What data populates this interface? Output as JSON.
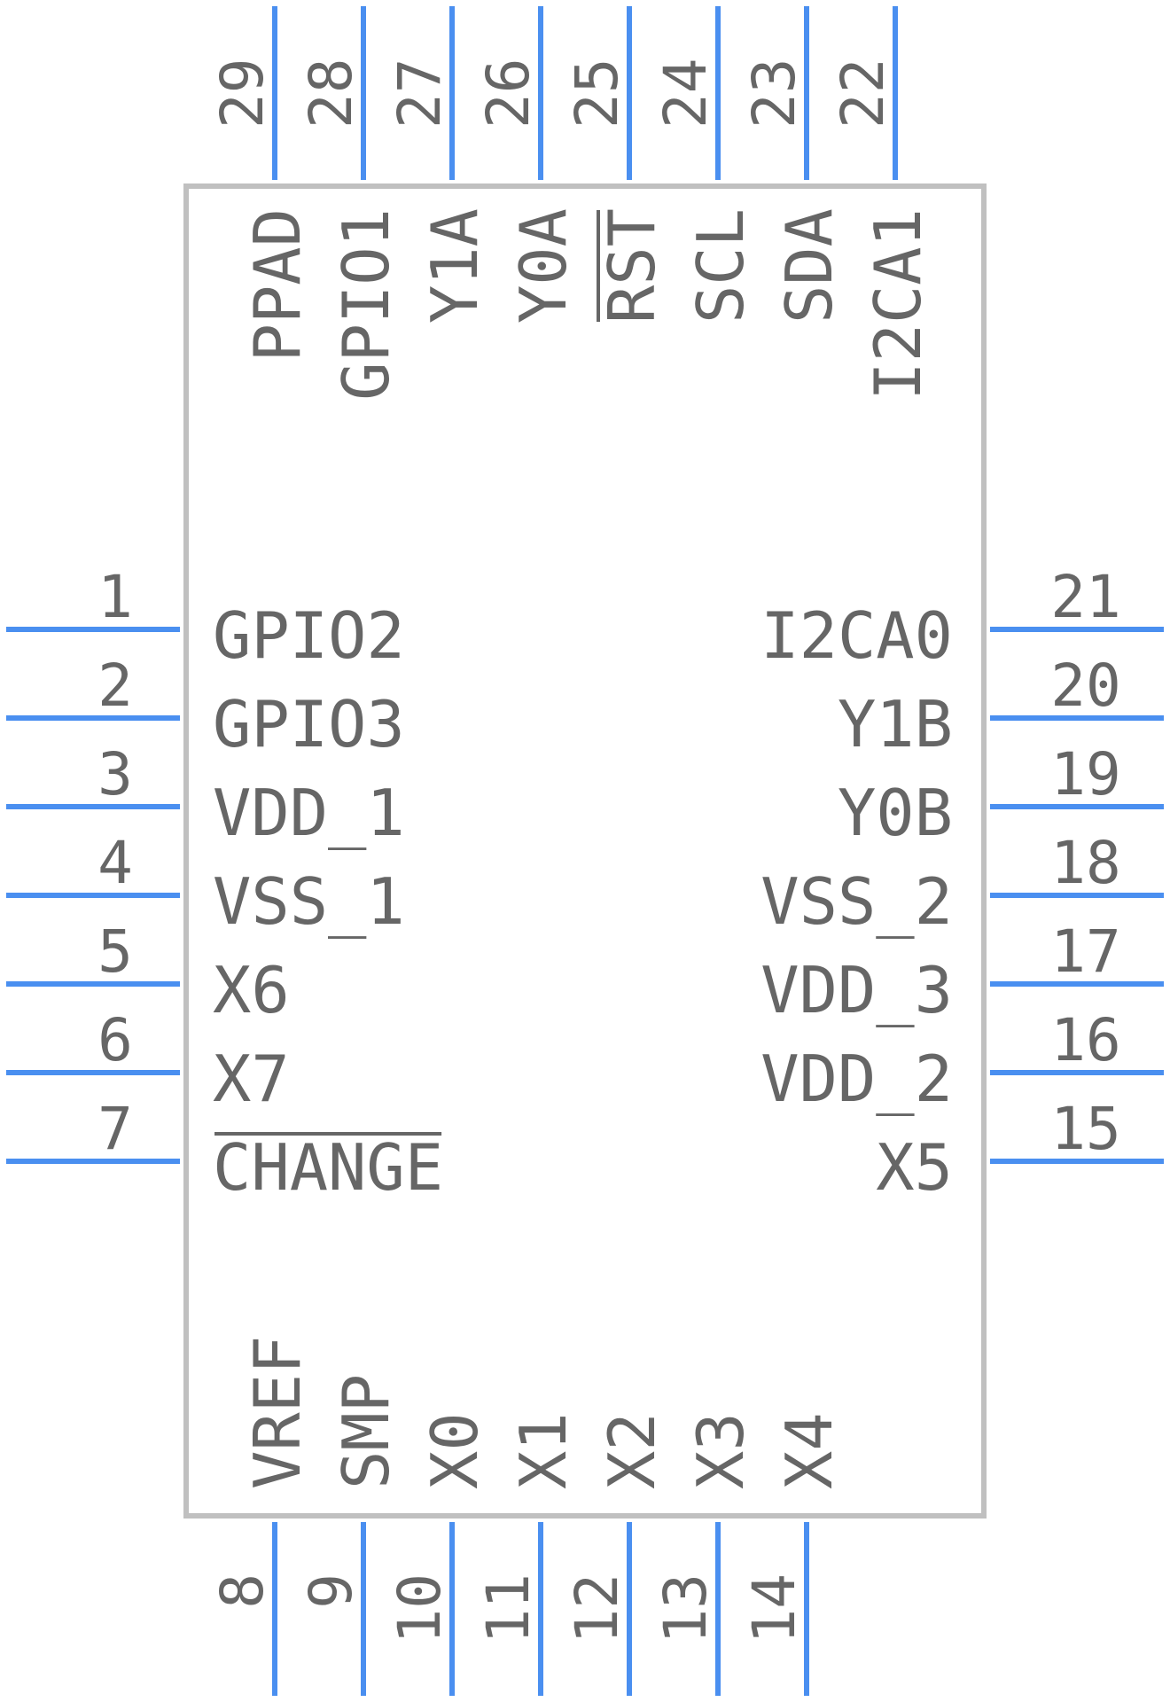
{
  "component": {
    "left_pins": [
      {
        "num": "1",
        "name": "GPIO2"
      },
      {
        "num": "2",
        "name": "GPIO3"
      },
      {
        "num": "3",
        "name": "VDD_1"
      },
      {
        "num": "4",
        "name": "VSS_1"
      },
      {
        "num": "5",
        "name": "X6"
      },
      {
        "num": "6",
        "name": "X7"
      },
      {
        "num": "7",
        "name": "CHANGE",
        "overbar": true
      }
    ],
    "bottom_pins": [
      {
        "num": "8",
        "name": "VREF"
      },
      {
        "num": "9",
        "name": "SMP"
      },
      {
        "num": "10",
        "name": "X0"
      },
      {
        "num": "11",
        "name": "X1"
      },
      {
        "num": "12",
        "name": "X2"
      },
      {
        "num": "13",
        "name": "X3"
      },
      {
        "num": "14",
        "name": "X4"
      }
    ],
    "right_pins": [
      {
        "num": "15",
        "name": "X5"
      },
      {
        "num": "16",
        "name": "VDD_2"
      },
      {
        "num": "17",
        "name": "VDD_3"
      },
      {
        "num": "18",
        "name": "VSS_2"
      },
      {
        "num": "19",
        "name": "Y0B"
      },
      {
        "num": "20",
        "name": "Y1B"
      },
      {
        "num": "21",
        "name": "I2CA0"
      }
    ],
    "top_pins": [
      {
        "num": "22",
        "name": "I2CA1"
      },
      {
        "num": "23",
        "name": "SDA"
      },
      {
        "num": "24",
        "name": "SCL"
      },
      {
        "num": "25",
        "name": "RST",
        "overbar": true
      },
      {
        "num": "26",
        "name": "Y0A"
      },
      {
        "num": "27",
        "name": "Y1A"
      },
      {
        "num": "28",
        "name": "GPIO1"
      },
      {
        "num": "29",
        "name": "PPAD"
      }
    ]
  },
  "colors": {
    "pin": "#4a8ff0",
    "body_outline": "#c0c0c0",
    "text": "#666666"
  }
}
